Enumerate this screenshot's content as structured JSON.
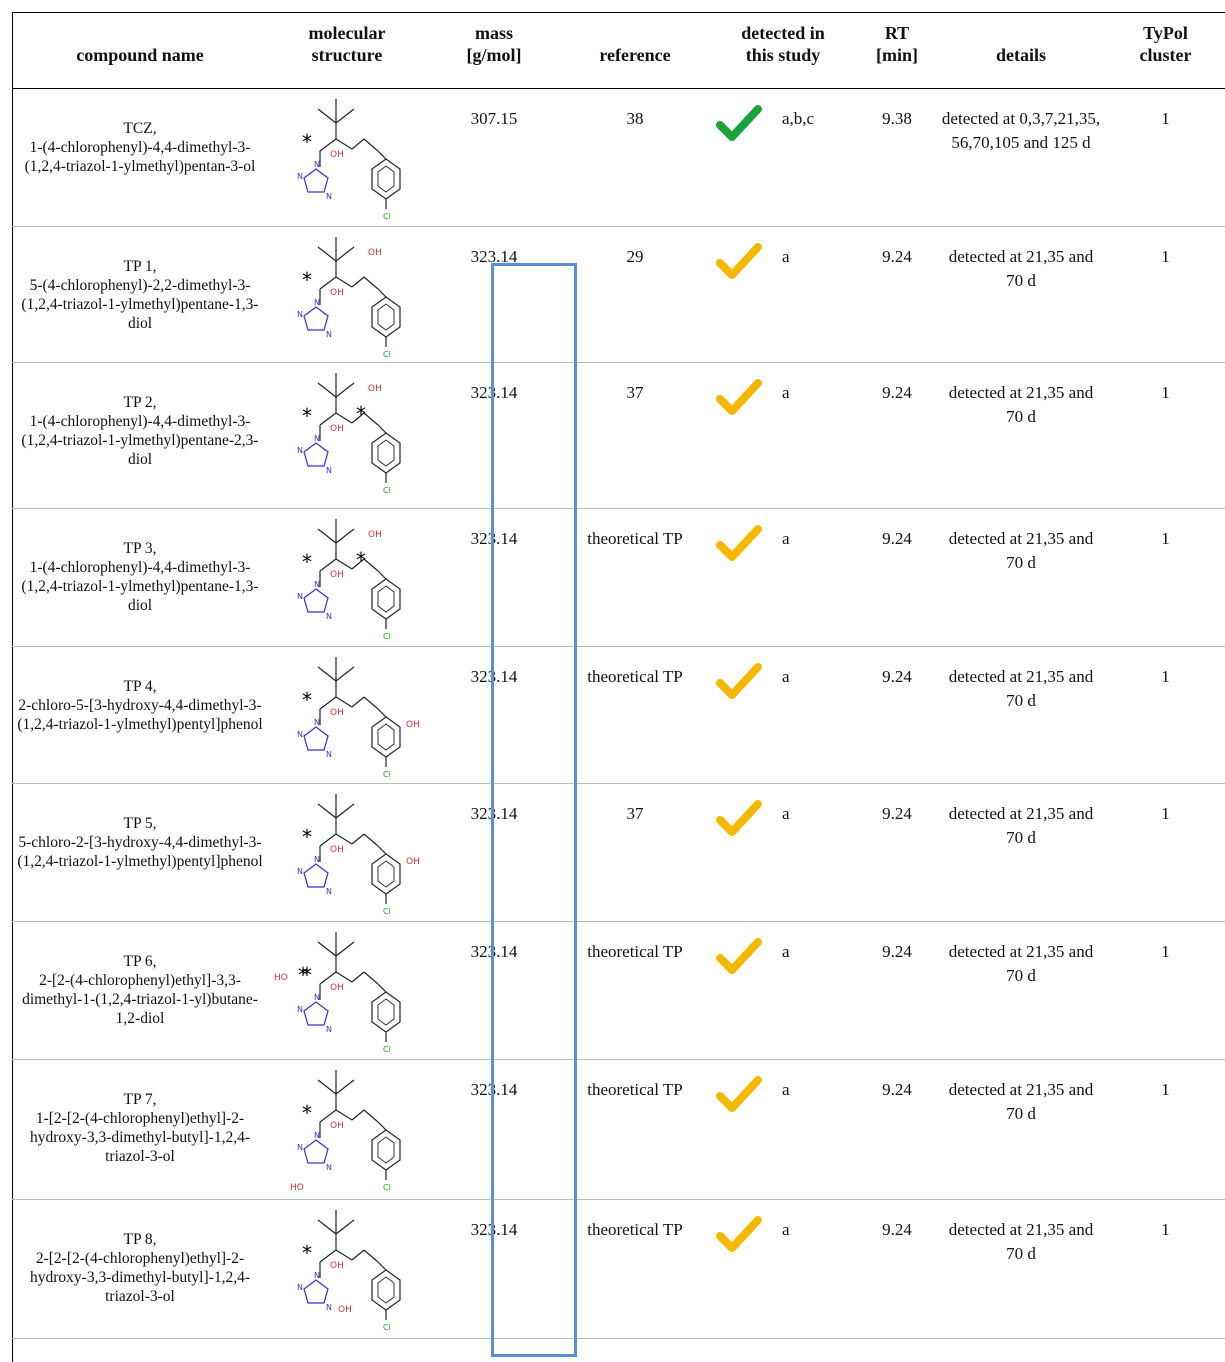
{
  "table": {
    "headers": {
      "compound_name": "compound name",
      "structure_line1": "molecular",
      "structure_line2": "structure",
      "mass_line1": "mass",
      "mass_line2": "[g/mol]",
      "reference": "reference",
      "detected_line1": "detected in",
      "detected_line2": "this study",
      "rt_line1": "RT",
      "rt_line2": "[min]",
      "details": "details",
      "typol_line1": "TyPol",
      "typol_line2": "cluster"
    },
    "rows": [
      {
        "name_short": "TCZ,",
        "name_full": "1-(4-chlorophenyl)-4,4-dimethyl-3-(1,2,4-triazol-1-ylmethyl)pentan-3-ol",
        "mass": "307.15",
        "reference": "38",
        "detected": "a,b,c",
        "rt": "9.38",
        "details": "detected at 0,3,7,21,35, 56,70,105 and 125 d",
        "cluster": "1",
        "check_color": "#1aa33a",
        "structure_labels": {
          "asterisk": "*",
          "oh": "OH",
          "cl": "Cl",
          "n": "N"
        }
      },
      {
        "name_short": "TP 1,",
        "name_full": "5-(4-chlorophenyl)-2,2-dimethyl-3-(1,2,4-triazol-1-ylmethyl)pentane-1,3-diol",
        "mass": "323.14",
        "reference": "29",
        "detected": "a",
        "rt": "9.24",
        "details": "detected at 21,35 and 70 d",
        "cluster": "1",
        "check_color": "#f5b800",
        "structure_labels": {
          "asterisk": "*",
          "oh": "OH",
          "cl": "Cl",
          "n": "N"
        }
      },
      {
        "name_short": "TP 2,",
        "name_full": "1-(4-chlorophenyl)-4,4-dimethyl-3-(1,2,4-triazol-1-ylmethyl)pentane-2,3-diol",
        "mass": "323.14",
        "reference": "37",
        "detected": "a",
        "rt": "9.24",
        "details": "detected at 21,35 and 70 d",
        "cluster": "1",
        "check_color": "#f5b800",
        "structure_labels": {
          "asterisk": "*",
          "oh": "OH",
          "cl": "Cl",
          "n": "N"
        }
      },
      {
        "name_short": "TP 3,",
        "name_full": "1-(4-chlorophenyl)-4,4-dimethyl-3-(1,2,4-triazol-1-ylmethyl)pentane-1,3-diol",
        "mass": "323.14",
        "reference": "theoretical TP",
        "detected": "a",
        "rt": "9.24",
        "details": "detected at 21,35 and 70 d",
        "cluster": "1",
        "check_color": "#f5b800",
        "structure_labels": {
          "asterisk": "*",
          "oh": "OH",
          "cl": "Cl",
          "n": "N"
        }
      },
      {
        "name_short": "TP 4,",
        "name_full": "2-chloro-5-[3-hydroxy-4,4-dimethyl-3-(1,2,4-triazol-1-ylmethyl)pentyl]phenol",
        "mass": "323.14",
        "reference": "theoretical TP",
        "detected": "a",
        "rt": "9.24",
        "details": "detected at 21,35 and 70 d",
        "cluster": "1",
        "check_color": "#f5b800",
        "structure_labels": {
          "asterisk": "*",
          "oh": "OH",
          "cl": "Cl",
          "n": "N"
        }
      },
      {
        "name_short": "TP 5,",
        "name_full": "5-chloro-2-[3-hydroxy-4,4-dimethyl-3-(1,2,4-triazol-1-ylmethyl)pentyl]phenol",
        "mass": "323.14",
        "reference": "37",
        "detected": "a",
        "rt": "9.24",
        "details": "detected at 21,35 and 70 d",
        "cluster": "1",
        "check_color": "#f5b800",
        "structure_labels": {
          "asterisk": "*",
          "oh": "OH",
          "cl": "Cl",
          "n": "N"
        }
      },
      {
        "name_short": "TP 6,",
        "name_full": "2-[2-(4-chlorophenyl)ethyl]-3,3-dimethyl-1-(1,2,4-triazol-1-yl)butane-1,2-diol",
        "mass": "323.14",
        "reference": "theoretical TP",
        "detected": "a",
        "rt": "9.24",
        "details": "detected at 21,35 and 70 d",
        "cluster": "1",
        "check_color": "#f5b800",
        "structure_labels": {
          "asterisk": "*",
          "oh": "OH",
          "ho": "HO",
          "cl": "Cl",
          "n": "N"
        }
      },
      {
        "name_short": "TP 7,",
        "name_full": "1-[2-[2-(4-chlorophenyl)ethyl]-2-hydroxy-3,3-dimethyl-butyl]-1,2,4-triazol-3-ol",
        "mass": "323.14",
        "reference": "theoretical TP",
        "detected": "a",
        "rt": "9.24",
        "details": "detected at 21,35 and 70 d",
        "cluster": "1",
        "check_color": "#f5b800",
        "structure_labels": {
          "asterisk": "*",
          "oh": "OH",
          "ho": "HO",
          "cl": "Cl",
          "n": "N"
        }
      },
      {
        "name_short": "TP 8,",
        "name_full": "2-[2-[2-(4-chlorophenyl)ethyl]-2-hydroxy-3,3-dimethyl-butyl]-1,2,4-triazol-3-ol",
        "mass": "323.14",
        "reference": "theoretical TP",
        "detected": "a",
        "rt": "9.24",
        "details": "detected at 21,35 and 70 d",
        "cluster": "1",
        "check_color": "#f5b800",
        "structure_labels": {
          "asterisk": "*",
          "oh": "OH",
          "cl": "Cl",
          "n": "N"
        }
      }
    ]
  }
}
